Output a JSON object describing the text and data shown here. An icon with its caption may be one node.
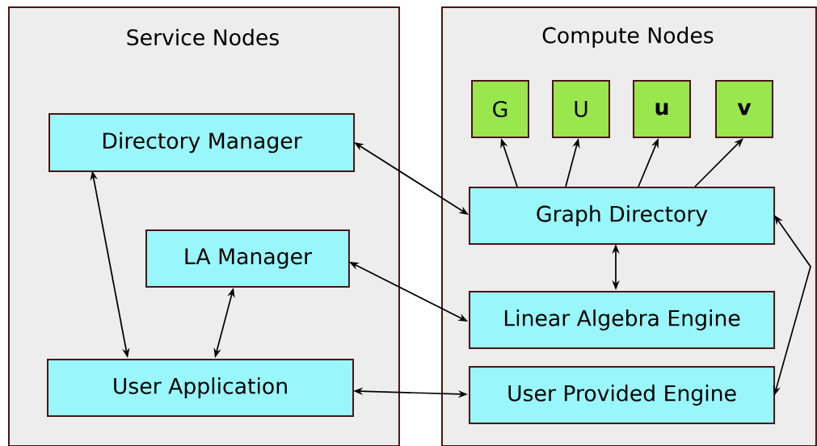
{
  "diagram": {
    "nodes": [
      {
        "text": [
          "Service Nodes"
        ]
      },
      {
        "text": [
          "Directory Manager"
        ],
        "in": 0
      },
      {
        "text": [
          "LA Manager"
        ],
        "in": 0
      },
      {
        "text": [
          "User Application"
        ],
        "in": 0
      },
      {
        "text": [
          "Compute Nodes"
        ]
      },
      {
        "text": [
          "G"
        ],
        "in": 4
      },
      {
        "text": [
          "U"
        ],
        "in": 4
      },
      {
        "text": [
          "u"
        ],
        "in": 4
      },
      {
        "text": [
          "v"
        ],
        "in": 4
      },
      {
        "text": [
          "Graph Directory"
        ],
        "in": 4
      },
      {
        "text": [
          "Linear Algebra Engine"
        ],
        "in": 4
      },
      {
        "text": [
          "User Provided Engine"
        ],
        "in": 4
      }
    ],
    "edges": [
      {
        "from": 9,
        "to": 5,
        "arrow": "to"
      },
      {
        "from": 9,
        "to": 6,
        "arrow": "to"
      },
      {
        "from": 9,
        "to": 7,
        "arrow": "to"
      },
      {
        "from": 9,
        "to": 8,
        "arrow": "to"
      },
      {
        "from": 1,
        "to": 9,
        "arrow": "both"
      },
      {
        "from": 1,
        "to": 3,
        "arrow": "both"
      },
      {
        "from": 2,
        "to": 10,
        "arrow": "both"
      },
      {
        "from": 2,
        "to": 3,
        "arrow": "both"
      },
      {
        "from": 9,
        "to": 10,
        "arrow": "both"
      },
      {
        "from": 3,
        "to": 11,
        "arrow": "both"
      },
      {
        "from": 9,
        "to": 11,
        "arrow": "both"
      }
    ]
  }
}
